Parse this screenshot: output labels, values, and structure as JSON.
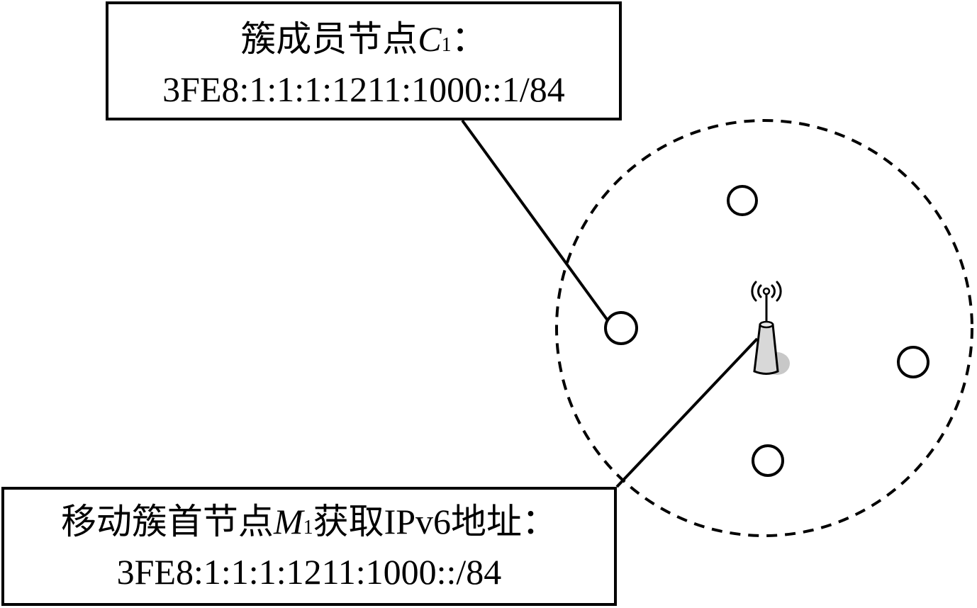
{
  "cluster_member": {
    "title_prefix": "簇成员节点",
    "symbol": "C",
    "subscript": "1",
    "title_suffix": "：",
    "address": "3FE8:1:1:1:1211:1000::1/84"
  },
  "cluster_head": {
    "title_prefix": "移动簇首节点",
    "symbol": "M",
    "subscript": "1",
    "title_suffix": "获取IPv6地址：",
    "address": "3FE8:1:1:1:1211:1000::/84"
  },
  "colors": {
    "line": "#000000",
    "background": "#ffffff",
    "tower_fill": "#d8d8d8",
    "tower_shadow": "#c8c8c8"
  },
  "icons": [
    "antenna-tower-icon",
    "signal-waves-icon",
    "node-circle-icon"
  ]
}
